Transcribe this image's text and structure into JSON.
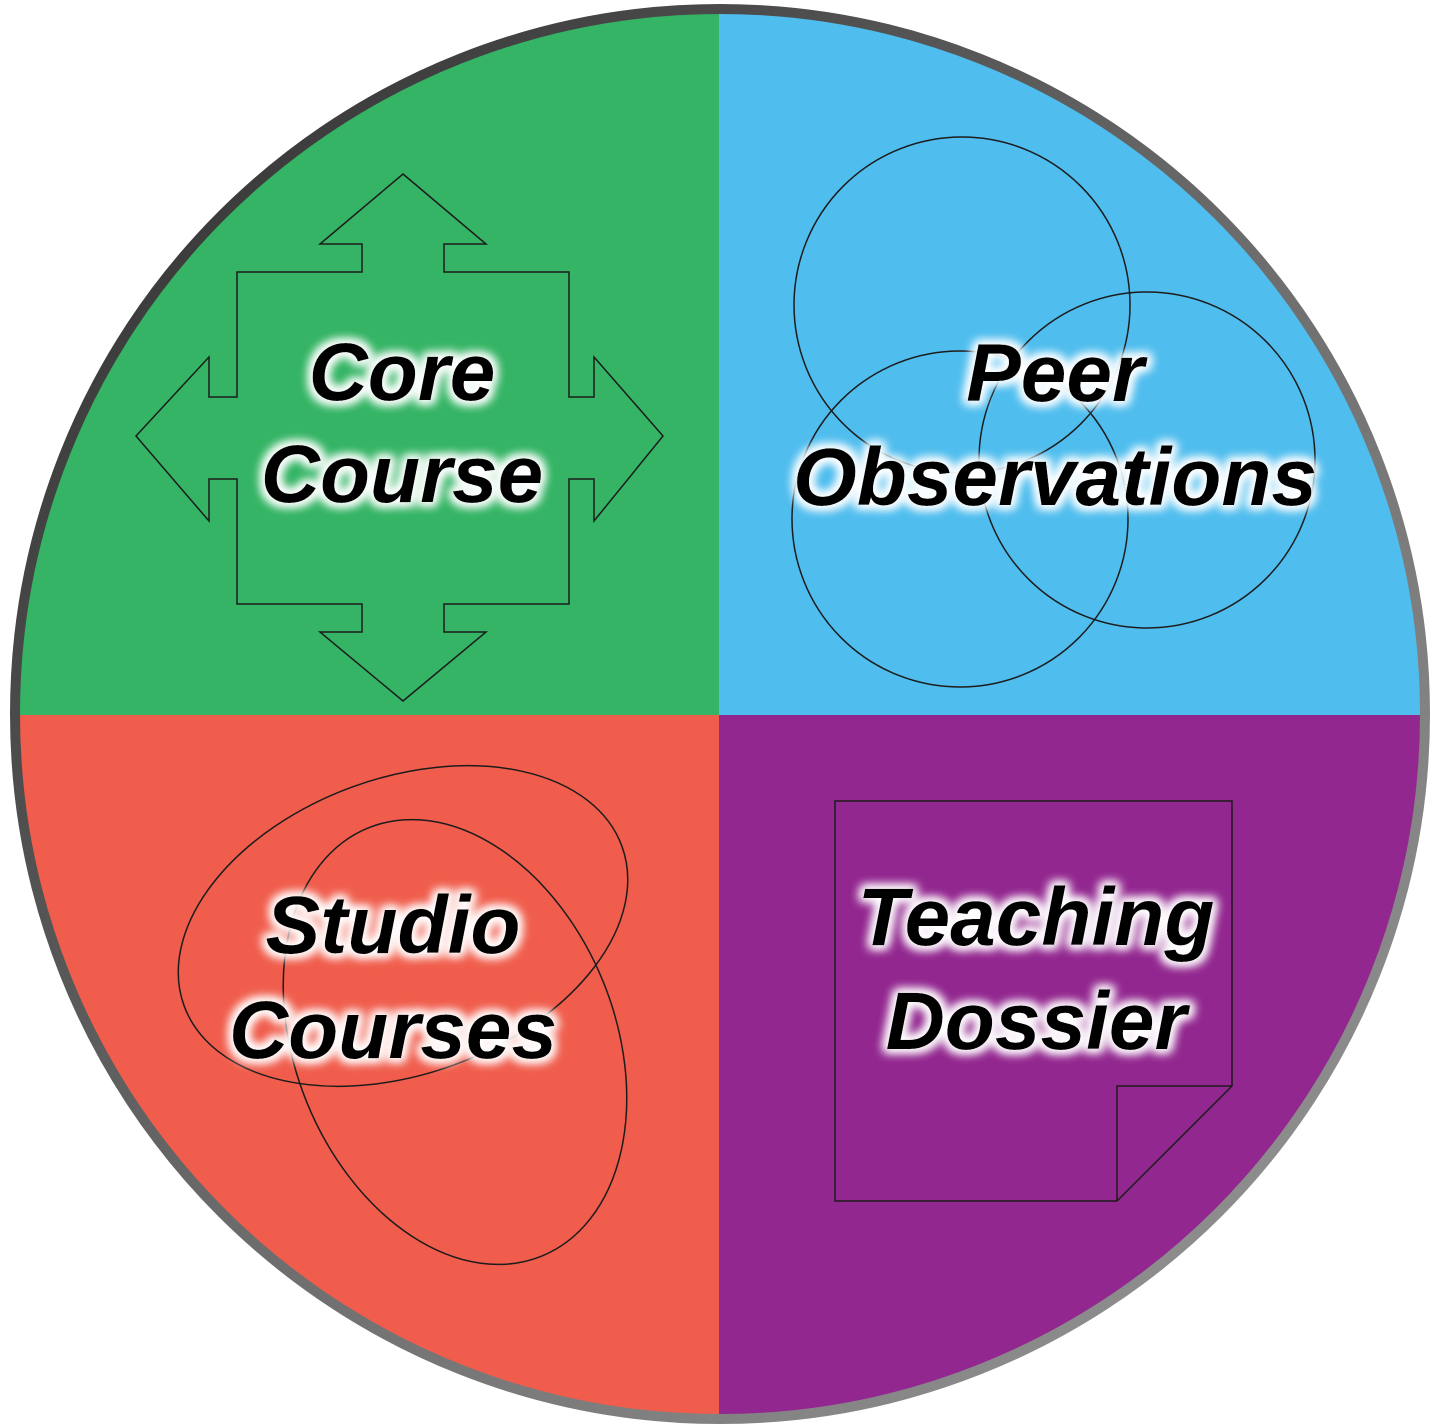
{
  "diagram": {
    "quadrants": [
      {
        "id": "core-course",
        "label_lines": [
          "Core",
          "Course"
        ],
        "color": "#34b464",
        "icon": "four-way-arrow-icon"
      },
      {
        "id": "peer-observations",
        "label_lines": [
          "Peer",
          "Observations"
        ],
        "color": "#4fbdee",
        "icon": "venn-circles-icon"
      },
      {
        "id": "studio-courses",
        "label_lines": [
          "Studio",
          "Courses"
        ],
        "color": "#f05d4c",
        "icon": "overlapping-ellipses-icon"
      },
      {
        "id": "teaching-dossier",
        "label_lines": [
          "Teaching",
          "Dossier"
        ],
        "color": "#92278f",
        "icon": "document-page-icon"
      }
    ],
    "rim_color": "#555555",
    "glow_color": "#ffffff"
  }
}
